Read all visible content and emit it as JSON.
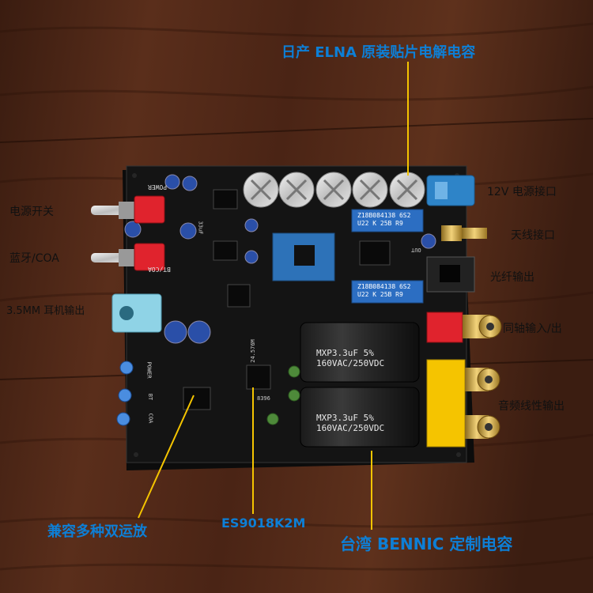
{
  "labels": {
    "top_caption": "日产 ELNA 原装贴片电解电容",
    "power_switch": "电源开关",
    "bt_coa": "蓝牙/COA",
    "headphone_out": "3.5MM 耳机输出",
    "dc_in": "12V 电源接口",
    "antenna": "天线接口",
    "optical_out": "光纤输出",
    "coax_io": "同轴输入/出",
    "line_out": "音频线性输出",
    "opamp": "兼容多种双运放",
    "dac_chip": "ES9018K2M",
    "film_caps": "台湾 BENNIC 定制电容"
  },
  "pcb_marks": {
    "power": "POWER",
    "bt_coa": "BT/COA",
    "cap_uf": "33uF",
    "out": "OUT",
    "led_power": "POWER",
    "led_bt": "BT",
    "led_coa": "COA",
    "opamp_area": "24.576M",
    "chip_code": "8396"
  },
  "film_capacitors": [
    {
      "line1": "MXP3.3uF 5%",
      "line2": "160VAC/250VDC"
    },
    {
      "line1": "MXP3.3uF 5%",
      "line2": "160VAC/250VDC"
    }
  ],
  "small_caps": [
    {
      "line1": "Z18B084138 6S2",
      "line2": "U22 K 25B R9"
    },
    {
      "line1": "Z18B084138 6S2",
      "line2": "U22 K 25B R9"
    }
  ],
  "colors": {
    "callout_blue": "#0d7fd6",
    "pcb_black": "#141414",
    "switch_red": "#e0232d",
    "rca_yellow": "#f5c400",
    "headphone_blue": "#8fd3e6",
    "wood_dark": "#3e1f12"
  }
}
